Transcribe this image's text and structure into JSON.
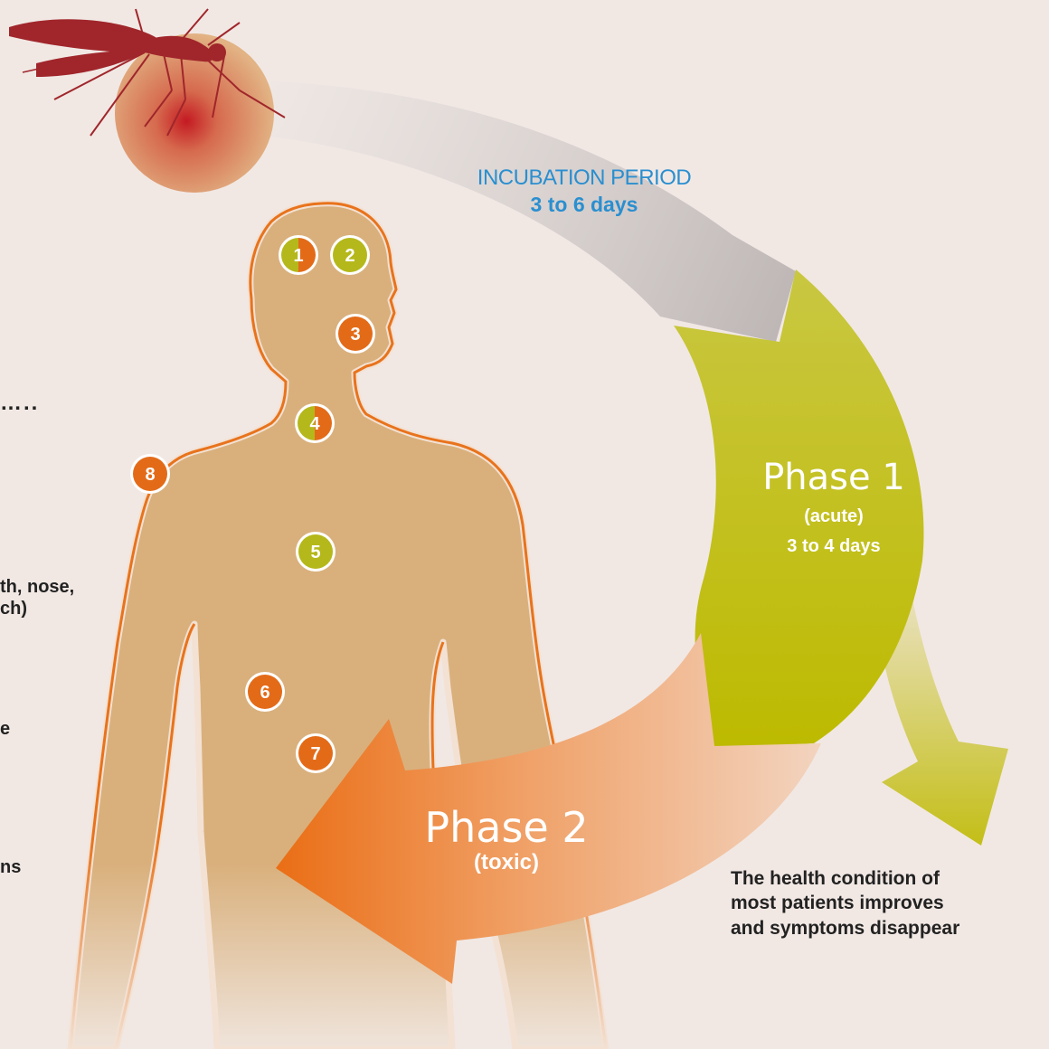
{
  "incubation": {
    "title": "INCUBATION PERIOD",
    "duration": "3 to 6 days"
  },
  "phase1": {
    "title": "Phase 1",
    "subtitle": "(acute)",
    "duration": "3 to 4 days"
  },
  "phase2": {
    "title": "Phase 2",
    "subtitle": "(toxic)"
  },
  "outcome": {
    "lines": [
      "The health condition of",
      "most patients improves",
      "and symptoms disappear"
    ]
  },
  "left_text": {
    "dots": "…..",
    "line_a": "th, nose,",
    "line_b": "ch)",
    "line_c": "e",
    "line_d": "ns"
  },
  "markers": [
    {
      "num": "1",
      "style": "split"
    },
    {
      "num": "2",
      "style": "green"
    },
    {
      "num": "3",
      "style": "orange"
    },
    {
      "num": "4",
      "style": "split"
    },
    {
      "num": "5",
      "style": "green"
    },
    {
      "num": "6",
      "style": "orange"
    },
    {
      "num": "7",
      "style": "orange"
    },
    {
      "num": "8",
      "style": "orange"
    }
  ],
  "colors": {
    "background": "#f1e8e4",
    "body": "#d8b07a",
    "body_outline": "#e8731c",
    "incubation_text": "#2a8fd0",
    "phase1_green": "#c2be10",
    "phase2_orange": "#ec7120",
    "marker_green": "#b5b81a",
    "marker_orange": "#e36b18",
    "mosquito": "#a0262b"
  }
}
